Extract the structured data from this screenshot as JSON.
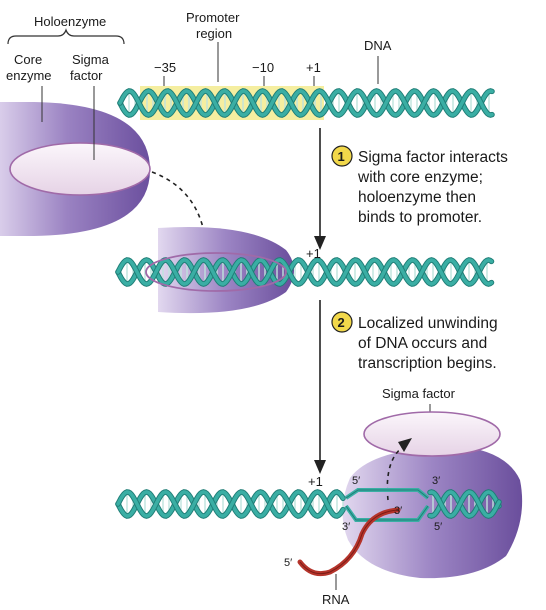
{
  "labels": {
    "holoenzyme": "Holoenzyme",
    "core_line1": "Core",
    "core_line2": "enzyme",
    "sigma_line1": "Sigma",
    "sigma_line2": "factor",
    "promoter_line1": "Promoter",
    "promoter_line2": "region",
    "dna": "DNA",
    "pos_minus35": "−35",
    "pos_minus10": "−10",
    "pos_plus1_a": "+1",
    "pos_plus1_b": "+1",
    "pos_plus1_c": "+1",
    "sigma_factor_released": "Sigma factor",
    "rna": "RNA",
    "end_5_top": "5′",
    "end_3_top": "3′",
    "end_3_inner": "3′",
    "end_3_bottom": "3′",
    "end_5_bottom": "5′",
    "end_5_rna": "5′"
  },
  "steps": [
    {
      "number": "1",
      "lines": [
        "Sigma factor interacts",
        "with core enzyme;",
        "holoenzyme then",
        "binds to promoter."
      ]
    },
    {
      "number": "2",
      "lines": [
        "Localized unwinding",
        "of DNA occurs and",
        "transcription begins."
      ]
    }
  ],
  "colors": {
    "dna_strand": "#3aaea4",
    "dna_dark": "#1f7d76",
    "rung": "#bfe3dd",
    "promoter_highlight": "#f5eea0",
    "core_enzyme": "#8a6fb5",
    "core_enzyme_light": "#c9b8e0",
    "sigma_fill": "#f1e6f1",
    "sigma_stroke": "#a06aa8",
    "rna": "#b5342b",
    "step_badge": "#f2d84a"
  }
}
